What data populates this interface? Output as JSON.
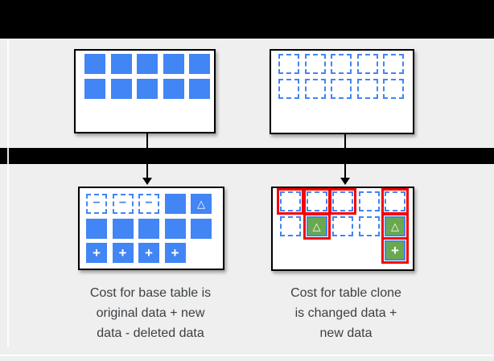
{
  "colors": {
    "bg": "#efefef",
    "redaction": "#000000",
    "blue": "#4285f4",
    "green": "#6aa84f",
    "red": "#f50000",
    "text": "#3c4043",
    "box_border": "#000000",
    "box_bg": "#ffffff"
  },
  "diagram": {
    "glyphs": {
      "minus": "−",
      "plus": "+",
      "delta": "△"
    },
    "base_table_before": {
      "grid": [
        [
          {
            "type": "solid"
          },
          {
            "type": "solid"
          },
          {
            "type": "solid"
          },
          {
            "type": "solid"
          },
          {
            "type": "solid"
          }
        ],
        [
          {
            "type": "solid"
          },
          {
            "type": "solid"
          },
          {
            "type": "solid"
          },
          {
            "type": "solid"
          },
          {
            "type": "solid"
          }
        ]
      ]
    },
    "table_clone_before": {
      "grid": [
        [
          {
            "type": "dashed"
          },
          {
            "type": "dashed"
          },
          {
            "type": "dashed"
          },
          {
            "type": "dashed"
          },
          {
            "type": "dashed"
          }
        ],
        [
          {
            "type": "dashed"
          },
          {
            "type": "dashed"
          },
          {
            "type": "dashed"
          },
          {
            "type": "dashed"
          },
          {
            "type": "dashed"
          }
        ]
      ]
    },
    "base_table_after": {
      "grid": [
        [
          {
            "type": "dashed",
            "glyph": "minus"
          },
          {
            "type": "dashed",
            "glyph": "minus"
          },
          {
            "type": "dashed",
            "glyph": "minus"
          },
          {
            "type": "solid"
          },
          {
            "type": "solid",
            "glyph": "delta"
          }
        ],
        [
          {
            "type": "solid"
          },
          {
            "type": "solid"
          },
          {
            "type": "solid"
          },
          {
            "type": "solid"
          },
          {
            "type": "solid"
          }
        ],
        [
          {
            "type": "solid",
            "glyph": "plus"
          },
          {
            "type": "solid",
            "glyph": "plus"
          },
          {
            "type": "solid",
            "glyph": "plus"
          },
          {
            "type": "solid",
            "glyph": "plus"
          },
          {
            "type": "empty"
          }
        ]
      ]
    },
    "table_clone_after": {
      "grid": [
        [
          {
            "type": "dashed",
            "red": true
          },
          {
            "type": "dashed",
            "red": true
          },
          {
            "type": "dashed",
            "red": true
          },
          {
            "type": "dashed"
          },
          {
            "type": "dashed",
            "red": true
          }
        ],
        [
          {
            "type": "dashed"
          },
          {
            "type": "green",
            "glyph": "delta",
            "red": true
          },
          {
            "type": "dashed"
          },
          {
            "type": "dashed"
          },
          {
            "type": "green",
            "glyph": "delta",
            "red": true
          }
        ],
        [
          {
            "type": "empty"
          },
          {
            "type": "empty"
          },
          {
            "type": "empty"
          },
          {
            "type": "empty"
          },
          {
            "type": "green",
            "glyph": "plus",
            "red": true
          }
        ]
      ]
    },
    "captions": {
      "base_table": "Cost for base table is\noriginal data + new\ndata - deleted data",
      "table_clone": "Cost for table clone\nis changed data +\nnew data"
    }
  }
}
